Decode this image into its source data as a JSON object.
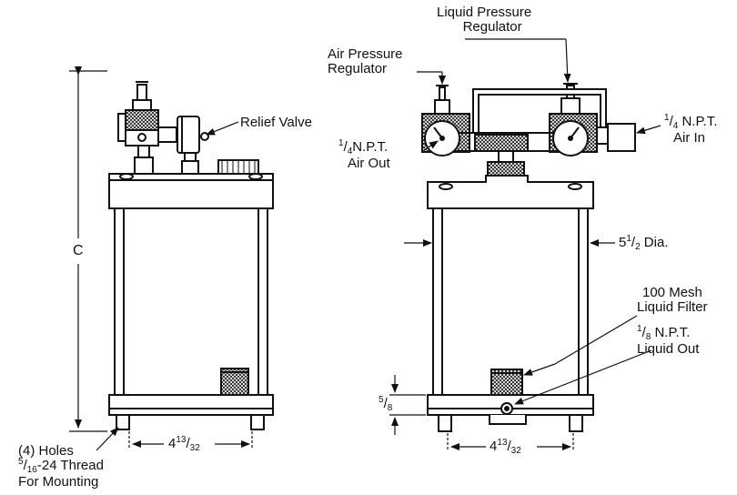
{
  "diagram": {
    "left_view": {
      "dimension_height_label": "C",
      "relief_valve_label": "Relief Valve",
      "holes_label": {
        "line1": "(4) Holes",
        "line2_fraction_num": "5",
        "line2_fraction_den": "16",
        "line2_rest": "-24 Thread",
        "line3": "For Mounting"
      },
      "bolt_spacing": {
        "whole": "4",
        "num": "13",
        "den": "32"
      }
    },
    "right_view": {
      "liquid_pressure_regulator": {
        "line1": "Liquid Pressure",
        "line2": "Regulator"
      },
      "air_pressure_regulator": {
        "line1": "Air Pressure",
        "line2": "Regulator"
      },
      "air_out": {
        "num": "1",
        "den": "4",
        "line1_rest": "N.P.T.",
        "line2": "Air Out"
      },
      "air_in": {
        "num": "1",
        "den": "4",
        "line1_rest": " N.P.T.",
        "line2": "Air In"
      },
      "diameter": {
        "whole": "5",
        "num": "1",
        "den": "2",
        "rest": " Dia."
      },
      "filter": {
        "line1": "100 Mesh",
        "line2": "Liquid Filter"
      },
      "liquid_out": {
        "num": "1",
        "den": "8",
        "line1_rest": " N.P.T.",
        "line2": "Liquid Out"
      },
      "base_height": {
        "num": "5",
        "den": "8"
      },
      "bolt_spacing": {
        "whole": "4",
        "num": "13",
        "den": "32"
      }
    }
  }
}
